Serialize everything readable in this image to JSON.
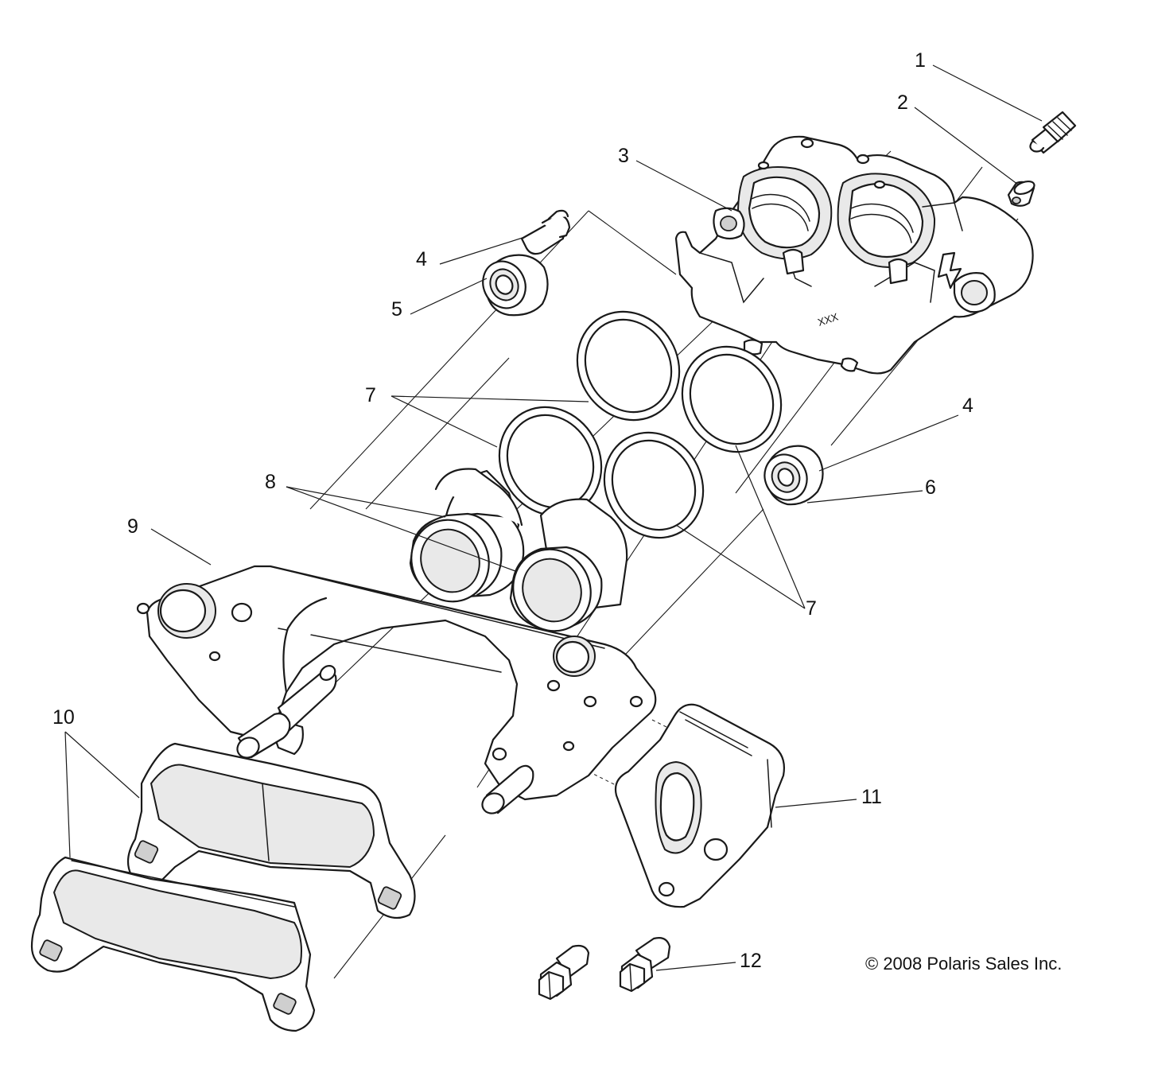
{
  "callouts": {
    "c1": "1",
    "c2": "2",
    "c3": "3",
    "c4a": "4",
    "c4b": "4",
    "c5": "5",
    "c6": "6",
    "c7a": "7",
    "c7b": "7",
    "c8": "8",
    "c9": "9",
    "c10": "10",
    "c11": "11",
    "c12": "12"
  },
  "copyright": "© 2008 Polaris Sales Inc.",
  "caliper_marking": "XXX"
}
